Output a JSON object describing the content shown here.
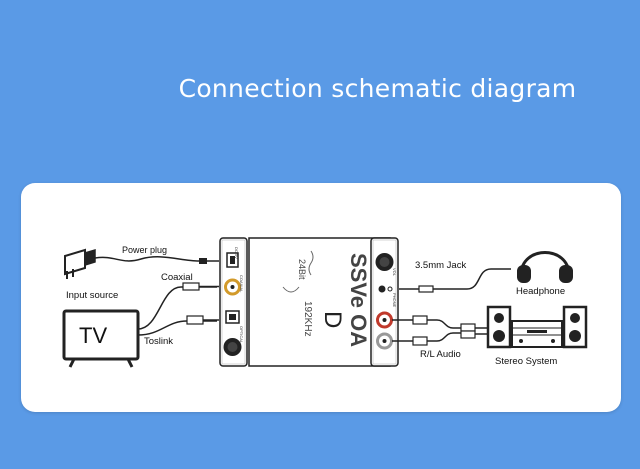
{
  "title": "Connection schematic diagram",
  "labels": {
    "power_plug": "Power plug",
    "input_source": "Input source",
    "coaxial": "Coaxial",
    "toslink": "Toslink",
    "tv": "TV",
    "jack": "3.5mm Jack",
    "headphone": "Headphone",
    "rl_audio": "R/L Audio",
    "stereo": "Stereo System"
  },
  "device": {
    "brand": "SSVe OA",
    "bits": "24Bit",
    "khz": "192KHz",
    "logo": "D"
  }
}
